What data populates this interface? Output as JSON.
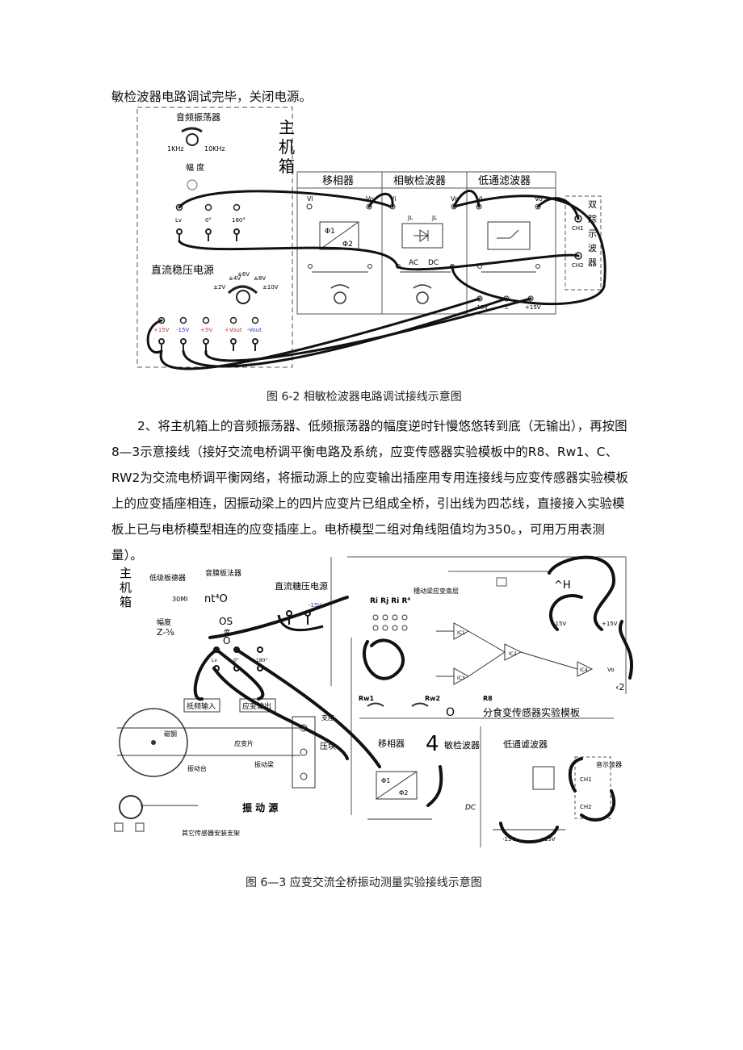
{
  "intro_line": "敏检波器电路调试完毕，关闭电源。",
  "figure_2": {
    "caption": "图 6-2 相敏检波器电路调试接线示意图",
    "host_box": {
      "title": [
        "主",
        "机",
        "箱"
      ]
    },
    "audio_osc": {
      "title": "音频振荡器",
      "freq_low": "1KHz",
      "freq_high": "10KHz",
      "amp_label": "幅 度",
      "outputs": [
        "Lv",
        "0°",
        "180°"
      ]
    },
    "dc_supply": {
      "title": "直流稳压电源",
      "knob_marks": [
        "±2V",
        "±4V",
        "±6V",
        "±8V",
        "±10V"
      ],
      "terminals": [
        "+15V",
        "-15V",
        "+5V",
        "+Vout",
        "-Vout"
      ]
    },
    "modules": [
      {
        "title": "移相器",
        "vin": "Vi",
        "vout": "Vo",
        "block1": "Φ1",
        "block2": "Φ2"
      },
      {
        "title": "相敏检波器",
        "vin": "Vi",
        "vout": "Vo",
        "ac": "AC",
        "dc": "DC"
      },
      {
        "title": "低通滤波器",
        "vin": "Vi",
        "vout": "Vo"
      }
    ],
    "bottom_power": [
      "-15V",
      "⊥",
      "+15V"
    ],
    "scope": {
      "title": [
        "双",
        "踪",
        "示",
        "波",
        "器"
      ],
      "ch1": "CH1",
      "ch2": "CH2"
    }
  },
  "paragraph_2": "2、将主机箱上的音频振荡器、低频振荡器的幅度逆时针慢悠悠转到底（无输出），再按图8—3示意接线（接好交流电桥调平衡电路及系统，应变传感器实验模板中的R8、Rw1、C、RW2为交流电桥调平衡网络，将振动源上的应变输出插座用专用连接线与应变传感器实验模板上的应变插座相连，因振动梁上的四片应变片已组成全桥，引出线为四芯线，直接接入实验模板上已与电桥模型相连的应变插座上。电桥模型二组对角线阻值均为350。，可用万用表测量）。",
  "figure_3": {
    "caption": "图 6—3 应变交流全桥振动测量实验接线示意图",
    "host_title": [
      "主",
      "机",
      "箱"
    ],
    "labels": {
      "low_osc": "低级板德器",
      "audio_osc": "音膜板法器",
      "dc_supply": "直流糖压电源",
      "freq_30": "30MI",
      "nt": "nt⁴O",
      "amp": "幅度",
      "ze": "Z-⅝",
      "os": "OS",
      "du": "度",
      "zero": "O",
      "low_input": "抵频输入",
      "strain_out": "应变输出",
      "magnet": "磁钢",
      "strain_gauge": "应变片",
      "vib_beam": "振动梁",
      "vib_table": "振动台",
      "support": "支座",
      "module_label": "压块",
      "vib_source": "振 动 源",
      "bracket": "其它传感器安装支架",
      "beam_socket": "穗动梁应变南层",
      "resistors": "Ri Rj Ri R⁴",
      "rw1": "Rw1",
      "rw2": "Rw2",
      "r8": "R8",
      "neg15": "-15V",
      "pos15": "+15V",
      "vo": "Vo",
      "ah": "^H",
      "ref2": "‹2",
      "zero_o": "O",
      "strain_module": "分食变传感器实验模板",
      "phase_shifter": "移相器",
      "num4": "4",
      "sens_detector": "敏检波器",
      "lowpass": "低通谑波器",
      "dc_text": "DC",
      "ch1": "CH1",
      "ch2": "CH2",
      "neg15b": "-15V",
      "pos15b": "+15V",
      "ic1": "IC1",
      "ic2": "IC2",
      "ic3": "IC3",
      "ic4": "IC4",
      "phi1": "Φ1",
      "phi2": "Φ2"
    }
  }
}
